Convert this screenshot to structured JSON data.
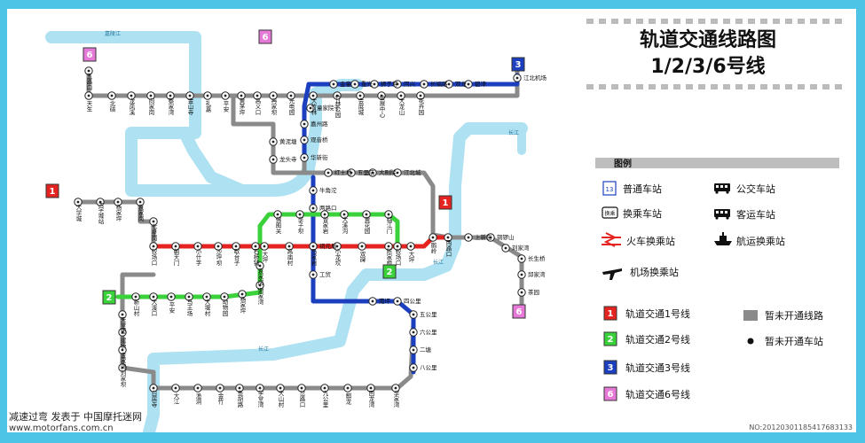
{
  "title": {
    "line1": "轨道交通线路图",
    "line2": "1/2/3/6号线"
  },
  "legend": {
    "heading": "图例",
    "items": [
      {
        "icon": "normal-station-icon",
        "label": "普通车站"
      },
      {
        "icon": "bus-station-icon",
        "label": "公交车站"
      },
      {
        "icon": "transfer-station-icon",
        "label": "换乘车站"
      },
      {
        "icon": "coach-station-icon",
        "label": "客运车站"
      },
      {
        "icon": "train-transfer-icon",
        "label": "火车换乘站"
      },
      {
        "icon": "ferry-transfer-icon",
        "label": "航运换乘站"
      },
      {
        "icon": "airport-transfer-icon",
        "label": "机场换乘站"
      }
    ],
    "lines": [
      {
        "badge": "1",
        "label": "轨道交通1号线",
        "color": "#e52421"
      },
      {
        "badge": "2",
        "label": "轨道交通2号线",
        "color": "#3ad13a"
      },
      {
        "badge": "3",
        "label": "轨道交通3号线",
        "color": "#1b3fbf"
      },
      {
        "badge": "6",
        "label": "轨道交通6号线",
        "color": "#e678d8"
      }
    ],
    "unopened_line": "暂未开通线路",
    "unopened_station": "暂未开通车站"
  },
  "badges": {
    "l1": "1",
    "l2": "2",
    "l3": "3",
    "l6": "6"
  },
  "rivers": {
    "jialing": "嘉陵江",
    "yangtze": "长江"
  },
  "stations": {
    "line6_north": [
      "五路口",
      "天生",
      "北碚",
      "龙凤溪",
      "向家岗",
      "蔡家湾",
      "金山寺",
      "礼嘉",
      "平安",
      "黄茅坪",
      "高义口",
      "冉家坝",
      "光电园",
      "大竹林",
      "竹林公园",
      "会展城",
      "会展中心",
      "大龙山",
      "花卉园"
    ],
    "line3": [
      "碧津",
      "江北机场",
      "双龙",
      "长福路",
      "回兴",
      "狮子坪",
      "重光",
      "金童",
      "童家院子",
      "嘉州路",
      "观音桥",
      "华新街",
      "牛角沱",
      "两路口",
      "铜元局",
      "工贸",
      "南坪",
      "四公里",
      "五公里",
      "六公里",
      "二塘",
      "八公里"
    ],
    "line1": [
      "大学城",
      "大学城站",
      "杨家坪",
      "袁家岗",
      "七星岗",
      "较场口",
      "朝天门",
      "小什字",
      "沙坪坝",
      "歇台子",
      "石桥铺",
      "高庙村",
      "马家岩",
      "小龙坎",
      "双碑",
      "陈家桥",
      "大坪",
      "鹅岭",
      "两路口"
    ],
    "line2": [
      "较场口",
      "临江门",
      "黄花园",
      "大溪沟",
      "曾家岩",
      "李子坝",
      "佛图关",
      "大坪",
      "袁家岗",
      "谢家湾",
      "杨家坪",
      "动物园",
      "大堰村",
      "马王场",
      "平安",
      "大渡口",
      "新山村",
      "天堂堡",
      "建桥",
      "金家湾",
      "刘家坝"
    ],
    "line6_east": [
      "上新街",
      "铜锣山",
      "刘家湾",
      "长生桥",
      "邱家湾",
      "茶园",
      "江北城",
      "大剧院",
      "五里店",
      "红土地",
      "黄泥塘",
      "龙头寺"
    ],
    "south": [
      "白居寺",
      "大江",
      "渔洞",
      "金竹",
      "鱼胡路",
      "学堂湾",
      "大山村",
      "岔路口",
      "九公里",
      "麒龙",
      "回龙湾",
      "李家湾"
    ]
  },
  "watermark": {
    "left1": "减速过弯 发表于 中国摩托迷网",
    "left2": "www.motorfans.com.cn",
    "right": "NO:20120301185417683133"
  }
}
